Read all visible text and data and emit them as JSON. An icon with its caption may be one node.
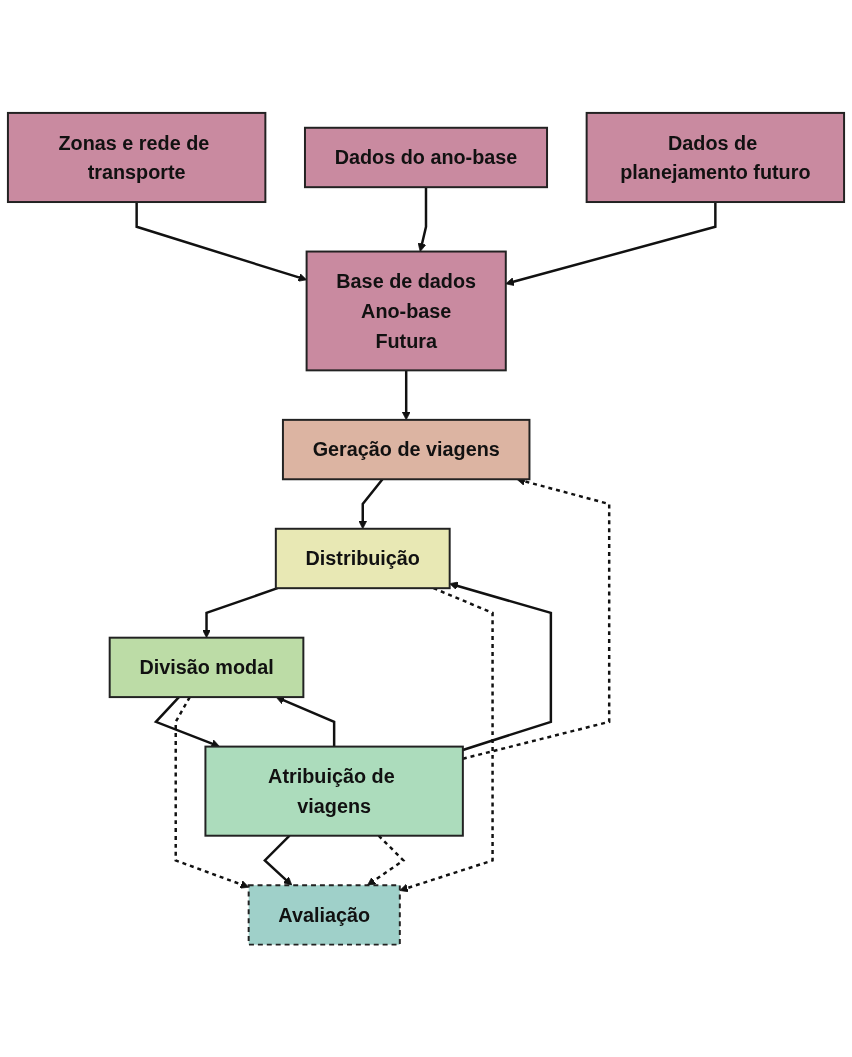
{
  "diagram": {
    "nodes": [
      {
        "text": [
          "Zonas e rede de transporte"
        ]
      },
      {
        "text": [
          "Dados do ano-base"
        ]
      },
      {
        "text": [
          "Dados de planejamento futuro"
        ]
      },
      {
        "text": [
          "Base de dados",
          "Ano-base",
          "Futura"
        ]
      },
      {
        "text": [
          "Geração de viagens"
        ]
      },
      {
        "text": [
          "Distribuição"
        ]
      },
      {
        "text": [
          "Divisão modal"
        ]
      },
      {
        "text": [
          "Atribuição de viagens"
        ]
      },
      {
        "text": [
          "Avaliação"
        ]
      }
    ],
    "edges": [
      {
        "from": 0,
        "to": 3,
        "arrow": "to"
      },
      {
        "from": 1,
        "to": 3,
        "arrow": "to"
      },
      {
        "from": 2,
        "to": 3,
        "arrow": "to"
      },
      {
        "from": 3,
        "to": 4,
        "arrow": "to"
      },
      {
        "from": 4,
        "to": 5,
        "arrow": "to"
      },
      {
        "from": 5,
        "to": 6,
        "arrow": "to"
      },
      {
        "from": 6,
        "to": 7,
        "arrow": "to"
      },
      {
        "from": 7,
        "to": 8,
        "arrow": "to"
      },
      {
        "from": 7,
        "to": 6,
        "arrow": "to"
      },
      {
        "from": 7,
        "to": 5,
        "arrow": "to"
      },
      {
        "from": 7,
        "to": 4,
        "arrow": "to",
        "style": "dashed"
      },
      {
        "from": 5,
        "to": 8,
        "arrow": "to",
        "style": "dashed"
      },
      {
        "from": 6,
        "to": 8,
        "arrow": "to",
        "style": "dashed"
      },
      {
        "from": 7,
        "to": 8,
        "arrow": "to",
        "style": "dashed"
      }
    ]
  }
}
